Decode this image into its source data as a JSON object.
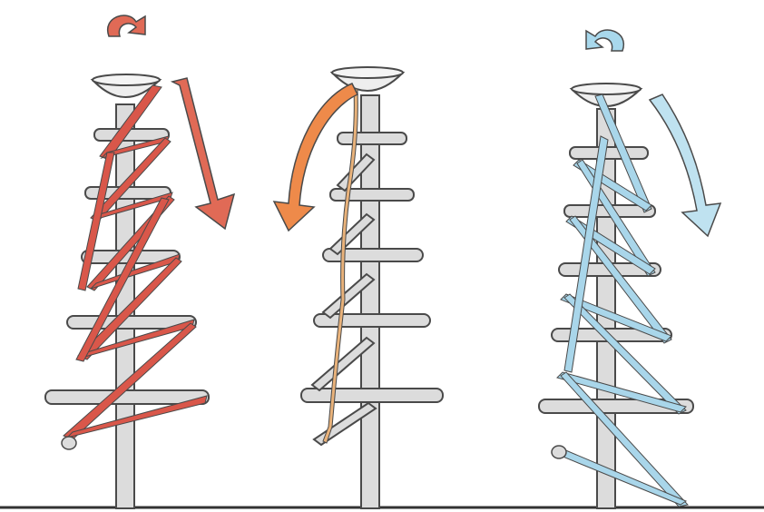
{
  "figure": {
    "kind": "illustration",
    "panels": [
      {
        "id": "left",
        "rotation_indicator": "clockwise",
        "flow_arrow_color": "#e06a56",
        "band_color": "#d9574a",
        "band_pattern": "zigzag-wrap"
      },
      {
        "id": "middle",
        "rotation_indicator": "none",
        "flow_arrow_color": "#ee8a4a",
        "band_color": "#e9b27a",
        "band_pattern": "vertical-strip"
      },
      {
        "id": "right",
        "rotation_indicator": "counterclockwise",
        "flow_arrow_color": "#a8d8ec",
        "band_color": "#a9d6ea",
        "band_pattern": "zigzag-wrap"
      }
    ],
    "colors": {
      "post": "#dcdcdc",
      "post_outline": "#4a4a4a",
      "ground": "#333333",
      "bowl": "#eeeeee"
    }
  }
}
